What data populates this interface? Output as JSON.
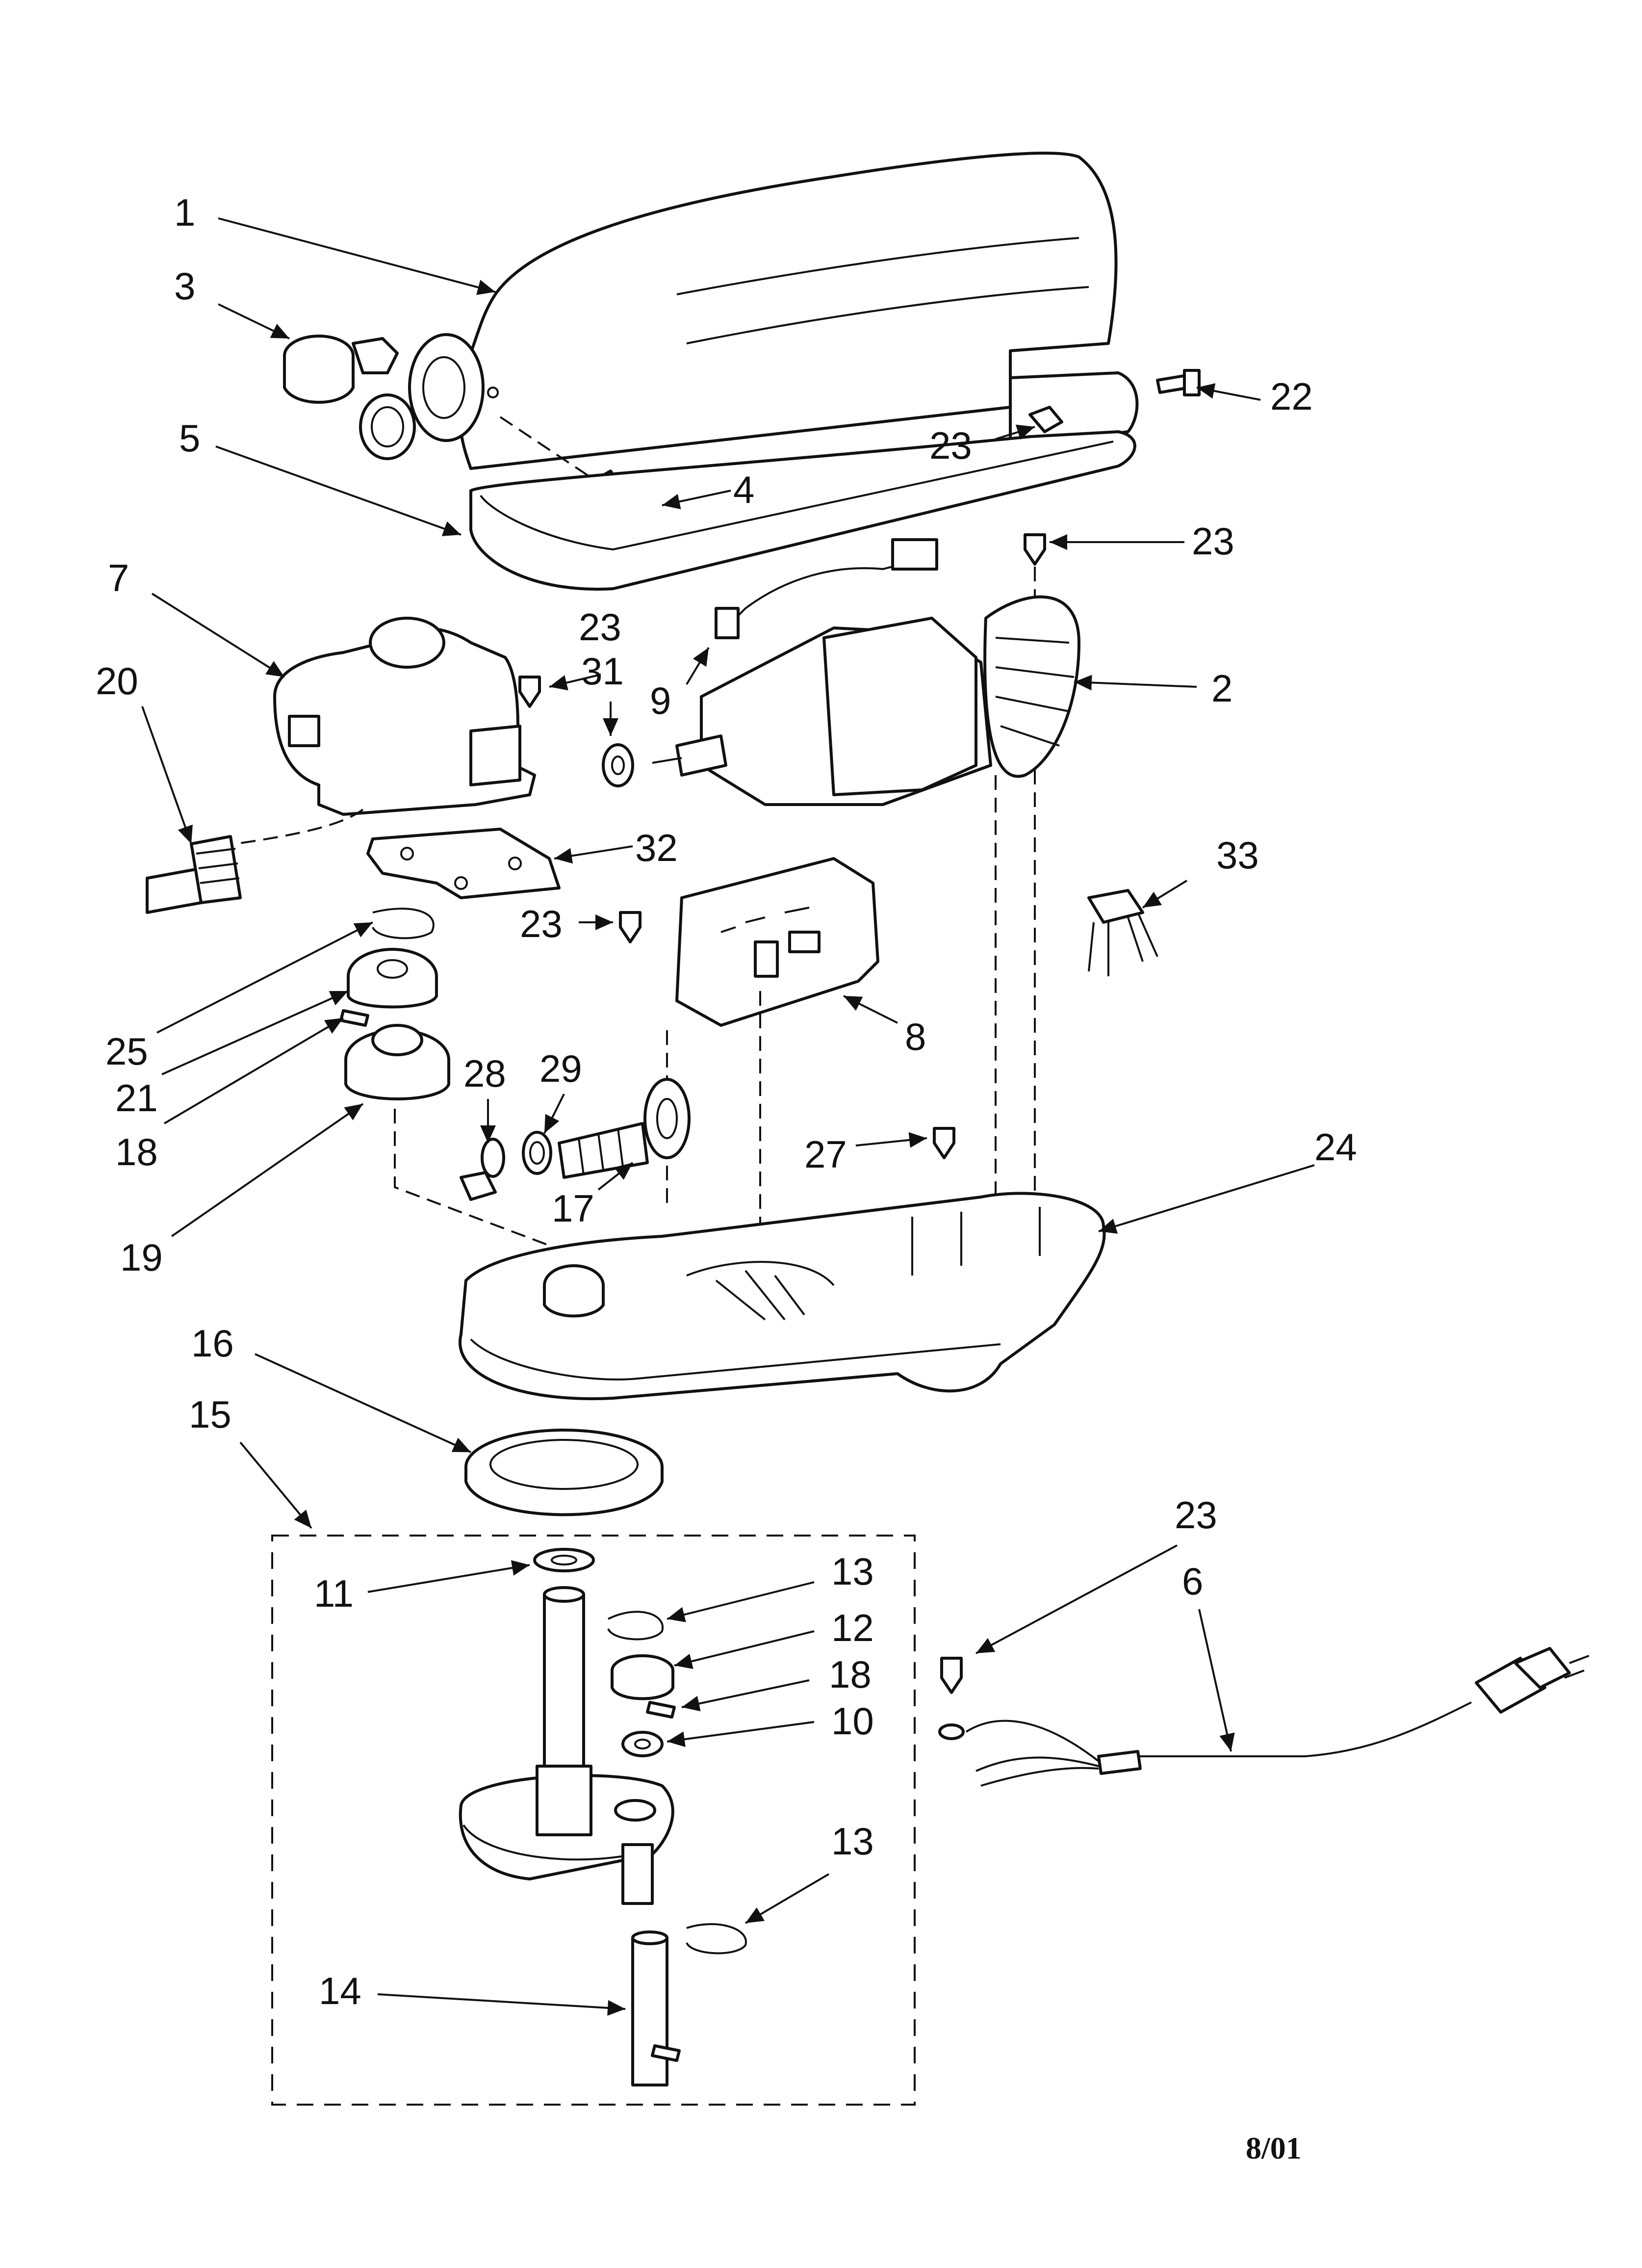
{
  "diagram": {
    "date": "8/01",
    "callouts": {
      "c1": "1",
      "c2": "2",
      "c3": "3",
      "c4": "4",
      "c5": "5",
      "c6": "6",
      "c7": "7",
      "c8": "8",
      "c9": "9",
      "c10": "10",
      "c11": "11",
      "c12": "12",
      "c13a": "13",
      "c13b": "13",
      "c14": "14",
      "c15": "15",
      "c16": "16",
      "c17": "17",
      "c18a": "18",
      "c18b": "18",
      "c19": "19",
      "c20": "20",
      "c21": "21",
      "c22": "22",
      "c23a": "23",
      "c23b": "23",
      "c23c": "23",
      "c23d": "23",
      "c23e": "23",
      "c24": "24",
      "c25": "25",
      "c27": "27",
      "c28": "28",
      "c29": "29",
      "c31": "31",
      "c32": "32",
      "c33": "33"
    }
  }
}
